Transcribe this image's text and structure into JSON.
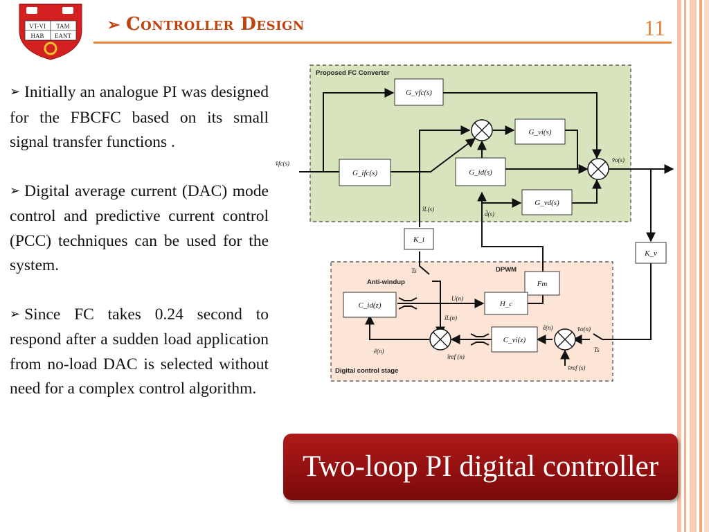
{
  "logo": {
    "crest_text_1": "VT-VI",
    "crest_text_2": "TAM",
    "crest_text_3": "HAB",
    "crest_text_4": "EANT"
  },
  "header": {
    "title": "Controller Design",
    "slide_number": "11"
  },
  "bullets": [
    "Initially an analogue PI was designed for the FBCFC based on its small signal transfer functions .",
    "Digital average current (DAC) mode control and predictive current control (PCC) techniques can be used for the system.",
    "Since FC takes 0.24 second to respond after a sudden load application from no-load DAC is selected without need for a complex control algorithm."
  ],
  "diagram": {
    "fc_region_label": "Proposed FC Converter",
    "digital_region_label": "Digital control stage",
    "dpwm_label": "DPWM",
    "antiwindup_label": "Anti-windup",
    "blocks": {
      "gvfc": "G_vfc(s)",
      "gvi": "G_vi(s)",
      "gifc": "G_ifc(s)",
      "gid": "G_id(s)",
      "gvd": "G_vd(s)",
      "ki": "K_i",
      "kv": "K_v",
      "fm": "Fm",
      "hc": "H_c",
      "cid": "C_id(z)",
      "cvi": "C_vi(z)"
    },
    "signals": {
      "vfc_in": "v̂fc(s)",
      "vo_out": "v̂o(s)",
      "il_s": "îL(s)",
      "d_s": "d̂(s)",
      "u_n": "U(n)",
      "il_n": "îL(n)",
      "e_n_top": "ê(n)",
      "vo_n": "v̂o(n)",
      "ts_1": "Ts",
      "ts_2": "Ts",
      "e_n_bottom": "ê(n)",
      "iref_n": "îref (n)",
      "vref_s": "v̂ref (s)"
    }
  },
  "caption": {
    "text": "Two-loop PI digital controller"
  },
  "colors": {
    "accent": "#e9873c",
    "title": "#c0440e",
    "caption_bg": "#9b1212",
    "fc_region": "#d6e3bd",
    "digital_region": "#fce4d6"
  }
}
